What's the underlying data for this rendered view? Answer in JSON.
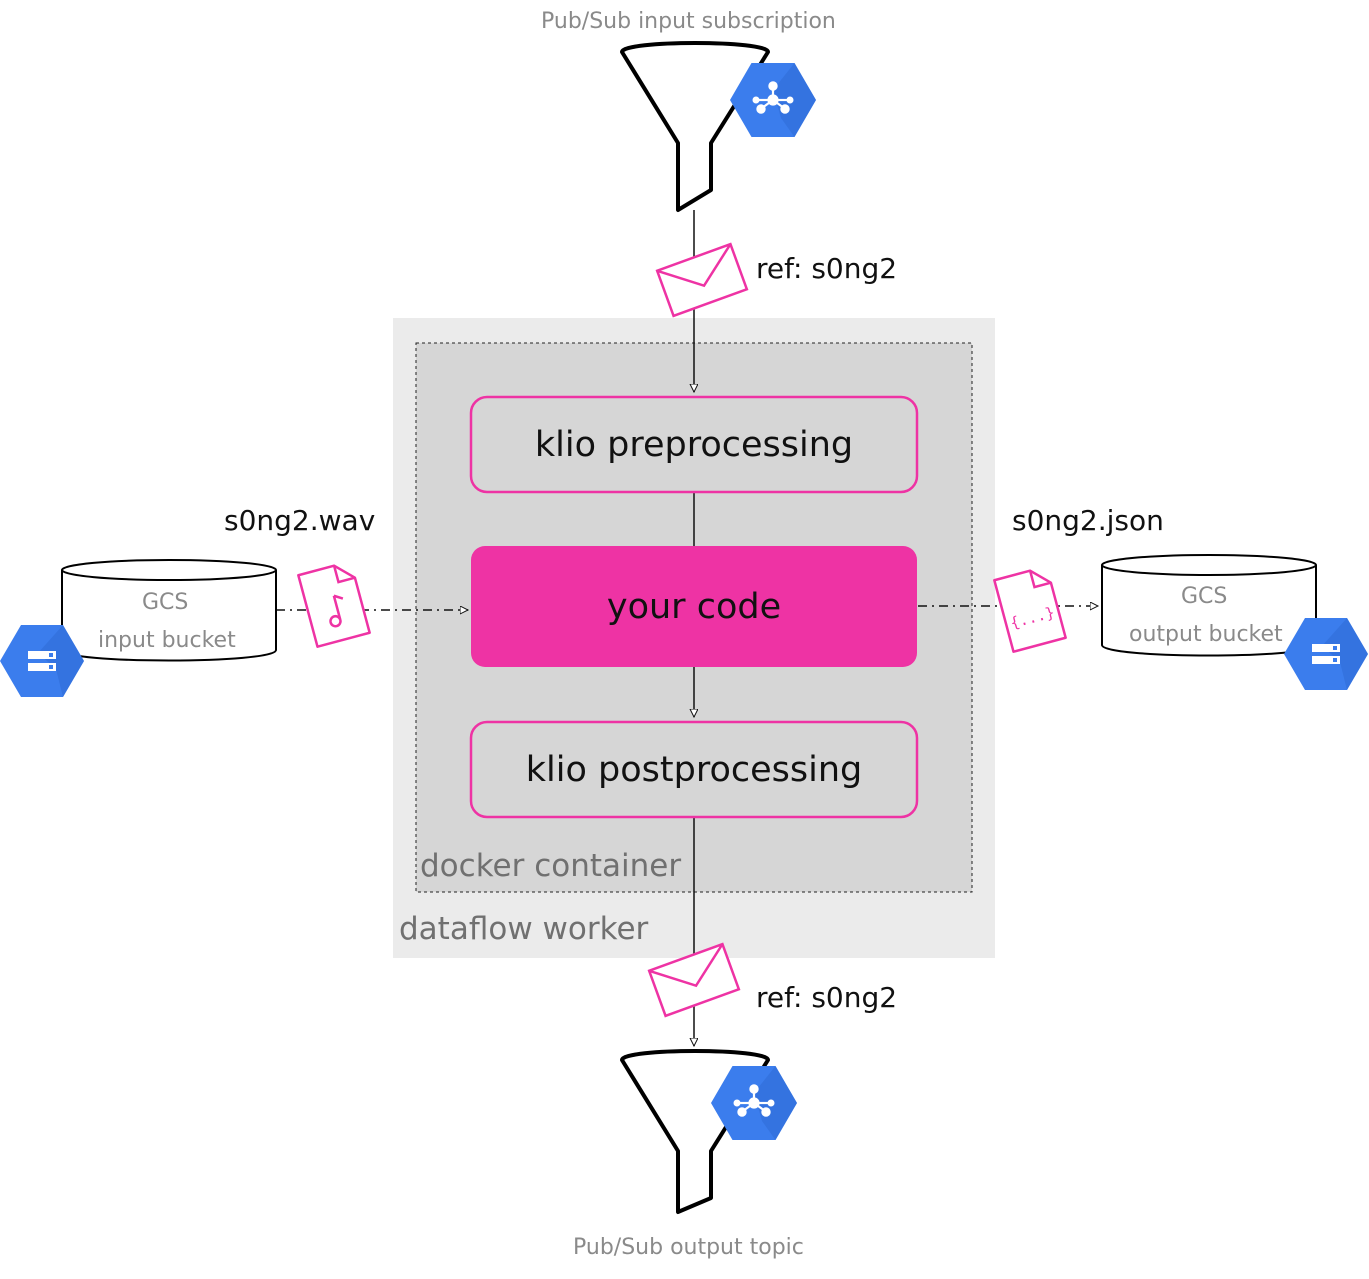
{
  "pubsub_input": {
    "label": "Pub/Sub input subscription",
    "icon": "pubsub-icon"
  },
  "pubsub_output": {
    "label": "Pub/Sub output topic",
    "icon": "pubsub-icon"
  },
  "message_in": {
    "label": "ref: s0ng2",
    "icon": "envelope-icon"
  },
  "message_out": {
    "label": "ref: s0ng2",
    "icon": "envelope-icon"
  },
  "worker": {
    "label": "dataflow worker"
  },
  "container": {
    "label": "docker container"
  },
  "stages": {
    "preprocessing": "klio preprocessing",
    "code": "your code",
    "postprocessing": "klio postprocessing"
  },
  "input_bucket": {
    "line1": "GCS",
    "line2": "input bucket",
    "icon": "storage-icon"
  },
  "output_bucket": {
    "line1": "GCS",
    "line2": "output bucket",
    "icon": "storage-icon"
  },
  "input_file": {
    "label": "s0ng2.wav",
    "icon": "audio-file-icon"
  },
  "output_file": {
    "label": "s0ng2.json",
    "icon": "json-file-icon"
  },
  "colors": {
    "accent": "#ee33a4",
    "gcp_blue": "#3b7ded",
    "worker_bg": "#ebebeb",
    "container_bg": "#d6d6d6"
  }
}
